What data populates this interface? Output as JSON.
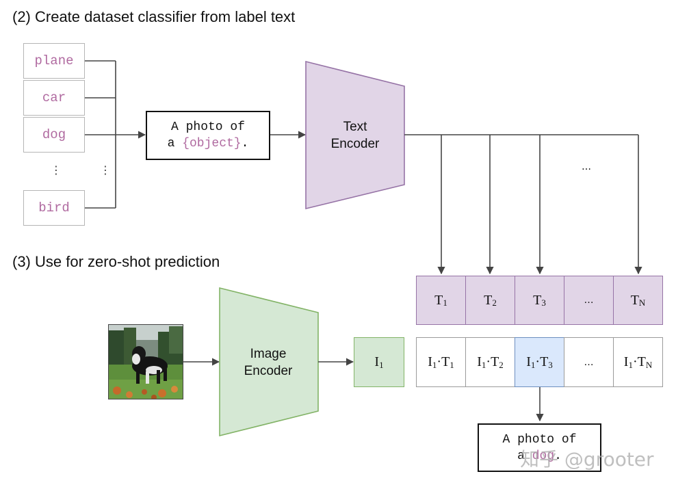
{
  "section2": {
    "title": "(2) Create dataset classifier from label text"
  },
  "section3": {
    "title": "(3) Use for zero-shot prediction"
  },
  "labels": [
    {
      "text": "plane"
    },
    {
      "text": "car"
    },
    {
      "text": "dog"
    },
    {
      "text": "bird"
    }
  ],
  "vertical_ellipsis": "⋮",
  "template_top": {
    "prefix": "A photo of",
    "line2_a": "a ",
    "slot": "{object}",
    "suffix": "."
  },
  "text_encoder": {
    "line1": "Text",
    "line2": "Encoder"
  },
  "image_encoder": {
    "line1": "Image",
    "line2": "Encoder"
  },
  "more_arrows_ellipsis": "…",
  "text_embeddings": [
    {
      "base": "T",
      "sub": "1"
    },
    {
      "base": "T",
      "sub": "2"
    },
    {
      "base": "T",
      "sub": "3"
    },
    {
      "base": "…",
      "sub": ""
    },
    {
      "base": "T",
      "sub": "N"
    }
  ],
  "image_embedding": {
    "base": "I",
    "sub": "1"
  },
  "similarities": [
    {
      "a": "I",
      "as": "1",
      "b": "T",
      "bs": "1"
    },
    {
      "a": "I",
      "as": "1",
      "b": "T",
      "bs": "2"
    },
    {
      "a": "I",
      "as": "1",
      "b": "T",
      "bs": "3"
    },
    {
      "a": "…",
      "as": "",
      "b": "",
      "bs": ""
    },
    {
      "a": "I",
      "as": "1",
      "b": "T",
      "bs": "N"
    }
  ],
  "highlight_index": 2,
  "template_bottom": {
    "prefix": "A photo of",
    "line2_a": "a ",
    "slot": "dog",
    "suffix": "."
  },
  "watermark": "知乎 @grooter",
  "colors": {
    "purple_fill": "#e1d5e7",
    "purple_stroke": "#9673a6",
    "green_fill": "#d5e8d4",
    "green_stroke": "#82b366",
    "blue_fill": "#dae8fc",
    "blue_stroke": "#6c8ebf",
    "label_text": "#b06aa0"
  },
  "icons": {
    "photo": "dog-photo"
  }
}
